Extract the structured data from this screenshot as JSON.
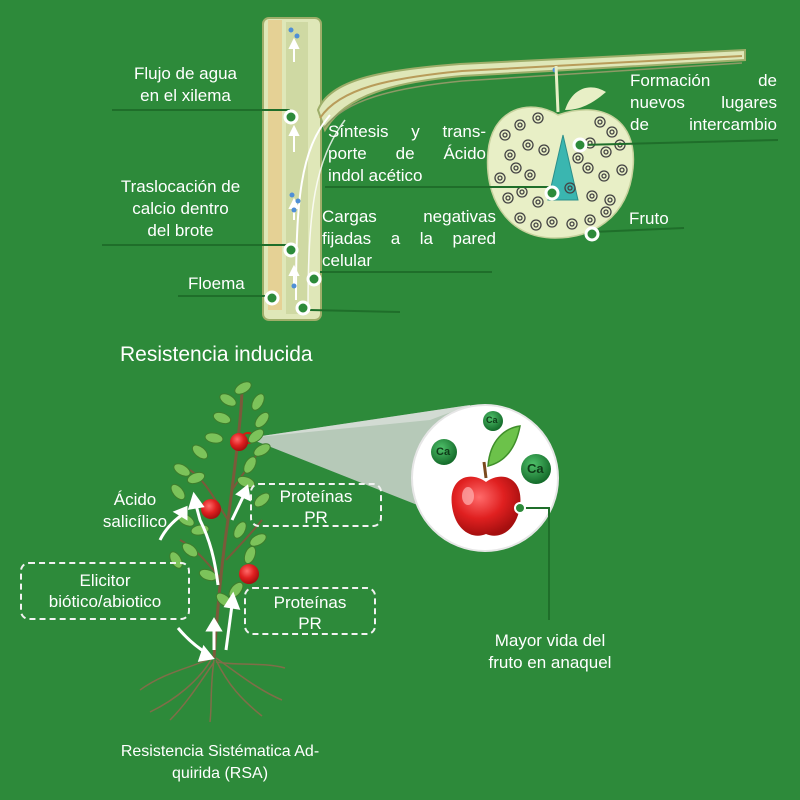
{
  "upper": {
    "xylem_flow": [
      "Flujo de agua",
      "en el xilema"
    ],
    "calcium_translocation": [
      "Traslocación de",
      "calcio dentro",
      "del brote"
    ],
    "phloem": "Floema",
    "auxin_synthesis": [
      "Síntesis y trans-",
      "porte de Ácido",
      "indol acético"
    ],
    "negative_charges": [
      "Cargas negativas",
      "fijadas a la pared",
      "celular"
    ],
    "new_exchange_sites": [
      "Formación de",
      "nuevos lugares",
      "de intercambio"
    ],
    "fruit": "Fruto"
  },
  "lower": {
    "title": "Resistencia inducida",
    "salicylic_acid": [
      "Ácido",
      "salicílico"
    ],
    "pr_proteins_top": [
      "Proteínas",
      "PR"
    ],
    "elicitor": [
      "Elicitor",
      "biótico/abiotico"
    ],
    "pr_proteins_bottom": [
      "Proteínas",
      "PR"
    ],
    "shelf_life": [
      "Mayor vida del",
      "fruto en anaquel"
    ],
    "sar": [
      "Resistencia Sistématica Ad-",
      "quirida (RSA)"
    ],
    "calcium_symbol": "Ca"
  },
  "colors": {
    "background": "#2d8a3a",
    "stem_fill": "#dfe7b8",
    "fruit_fill": "#e8efc6",
    "leader_line": "#1f6e2a",
    "apple_red": "#d81b1b",
    "calcium_green": "#1e8a3c"
  }
}
